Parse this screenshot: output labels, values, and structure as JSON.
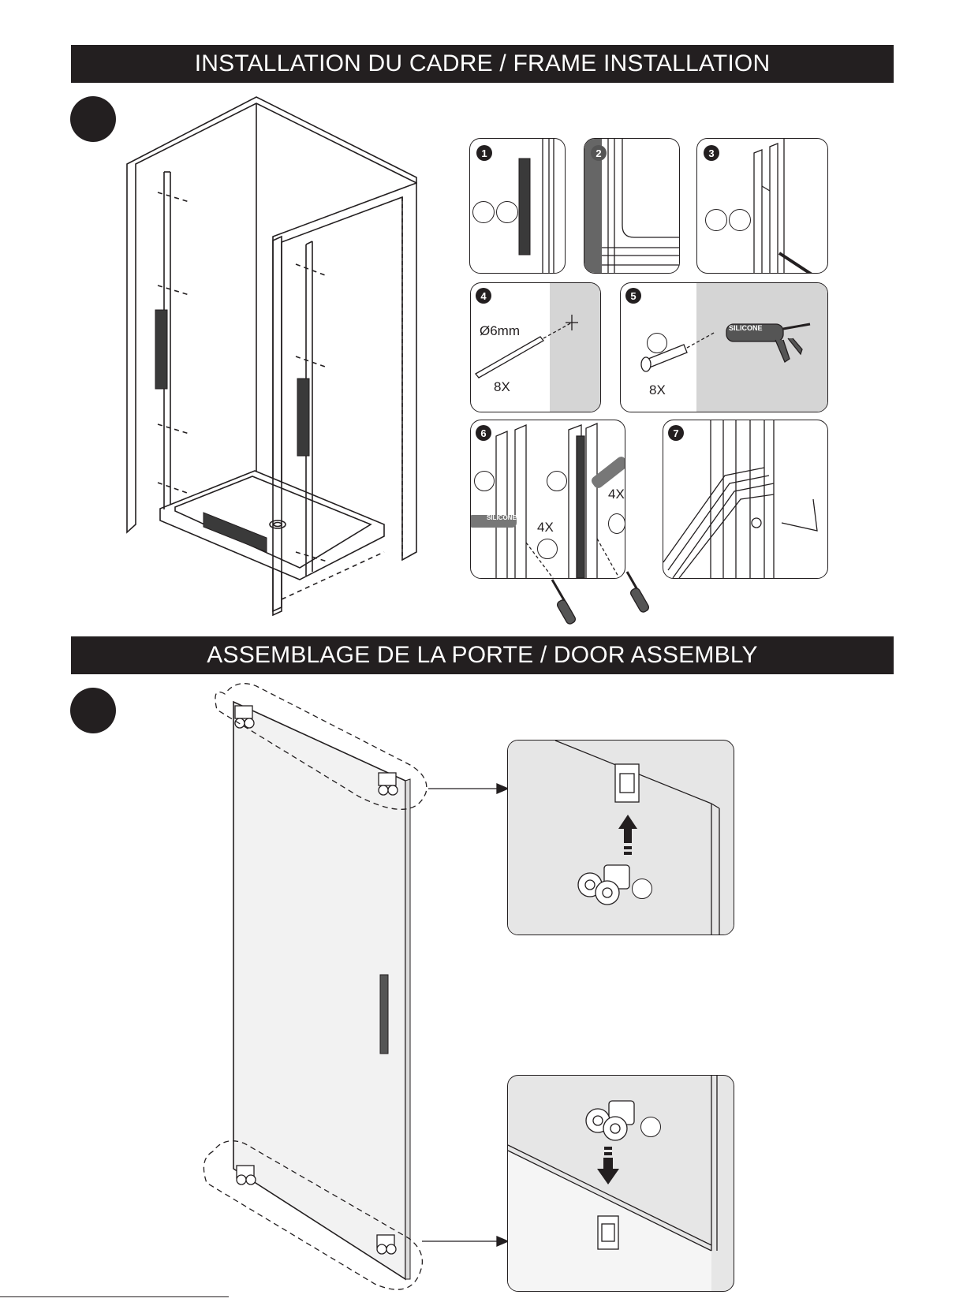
{
  "sections": [
    {
      "title": "INSTALLATION DU CADRE / FRAME INSTALLATION"
    },
    {
      "title": "ASSEMBLAGE DE LA PORTE / DOOR ASSEMBLY"
    }
  ],
  "frame_steps": [
    {
      "number": "1"
    },
    {
      "number": "2"
    },
    {
      "number": "3"
    },
    {
      "number": "4",
      "drill_label": "Ø6mm",
      "quantity": "8X"
    },
    {
      "number": "5",
      "quantity": "8X",
      "gun_label": "SILICONE"
    },
    {
      "number": "6",
      "quantity_left": "4X",
      "quantity_right": "4X",
      "gun_label": "SILICONE"
    },
    {
      "number": "7"
    }
  ],
  "colors": {
    "ink": "#231f20",
    "wall_grey": "#d5d5d5",
    "glass": "#f2f2f2"
  }
}
